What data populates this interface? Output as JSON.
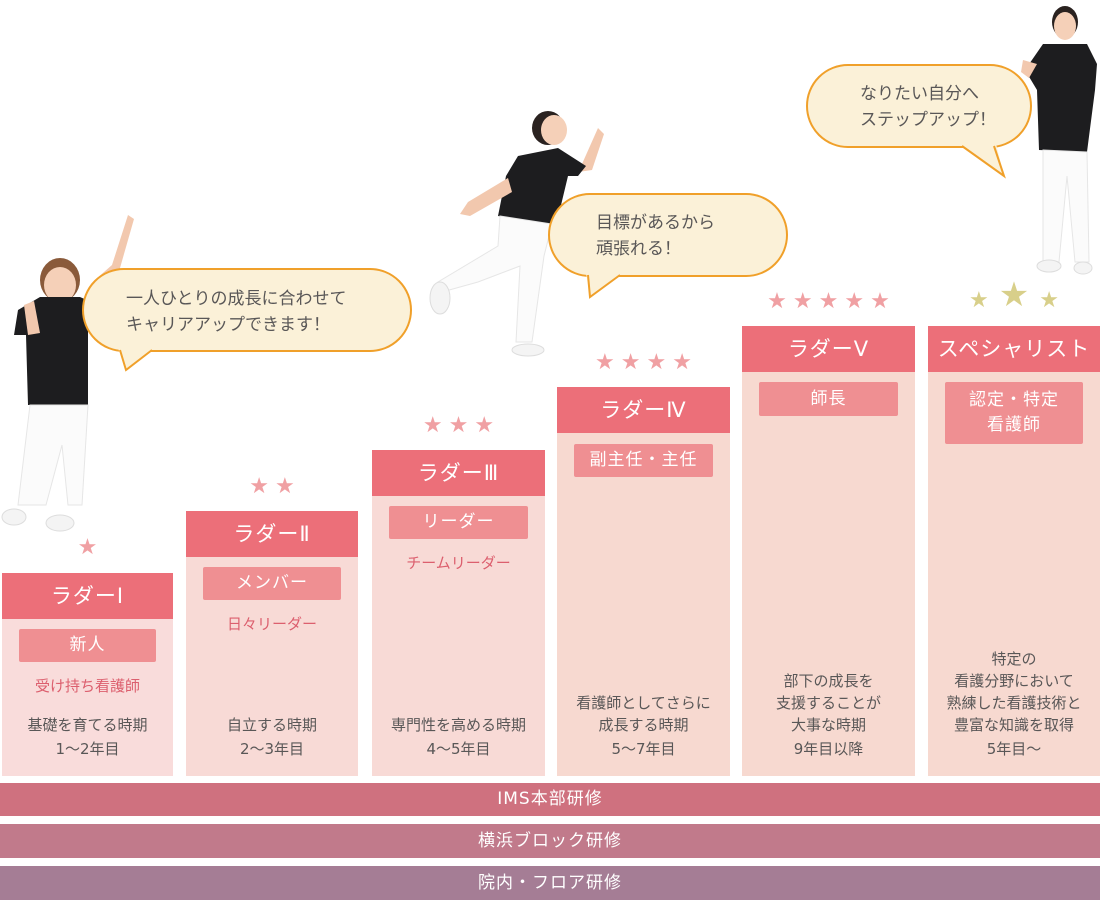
{
  "bubbles": [
    {
      "line1": "一人ひとりの成長に合わせて",
      "line2": "キャリアアップできます！"
    },
    {
      "line1": "目標があるから",
      "line2": "頑張れる！"
    },
    {
      "line1": "なりたい自分へ",
      "line2": "ステップアップ！"
    }
  ],
  "ladders": [
    {
      "title": "ラダーⅠ",
      "stars": 1,
      "role": "新人",
      "sub": "受け持ち看護師",
      "desc": [
        "基礎を育てる時期"
      ],
      "years": "1〜2年目"
    },
    {
      "title": "ラダーⅡ",
      "stars": 2,
      "role": "メンバー",
      "sub": "日々リーダー",
      "desc": [
        "自立する時期"
      ],
      "years": "2〜3年目"
    },
    {
      "title": "ラダーⅢ",
      "stars": 3,
      "role": "リーダー",
      "sub": "チームリーダー",
      "desc": [
        "専門性を高める時期"
      ],
      "years": "4〜5年目"
    },
    {
      "title": "ラダーⅣ",
      "stars": 4,
      "role": "副主任・主任",
      "sub": "",
      "desc": [
        "看護師としてさらに",
        "成長する時期"
      ],
      "years": "5〜7年目"
    },
    {
      "title": "ラダーⅤ",
      "stars": 5,
      "role": "師長",
      "sub": "",
      "desc": [
        "部下の成長を",
        "支援することが",
        "大事な時期"
      ],
      "years": "9年目以降"
    },
    {
      "title": "スペシャリスト",
      "stars": 3,
      "role_line1": "認定・特定",
      "role_line2": "看護師",
      "sub": "",
      "desc": [
        "特定の",
        "看護分野において",
        "熟練した看護技術と",
        "豊富な知識を取得"
      ],
      "years": "5年目〜"
    }
  ],
  "trainings": [
    {
      "label": "IMS本部研修",
      "color": "#cf717f"
    },
    {
      "label": "横浜ブロック研修",
      "color": "#c17a8b"
    },
    {
      "label": "院内・フロア研修",
      "color": "#a57d95"
    }
  ],
  "icons": {
    "star": "★"
  }
}
